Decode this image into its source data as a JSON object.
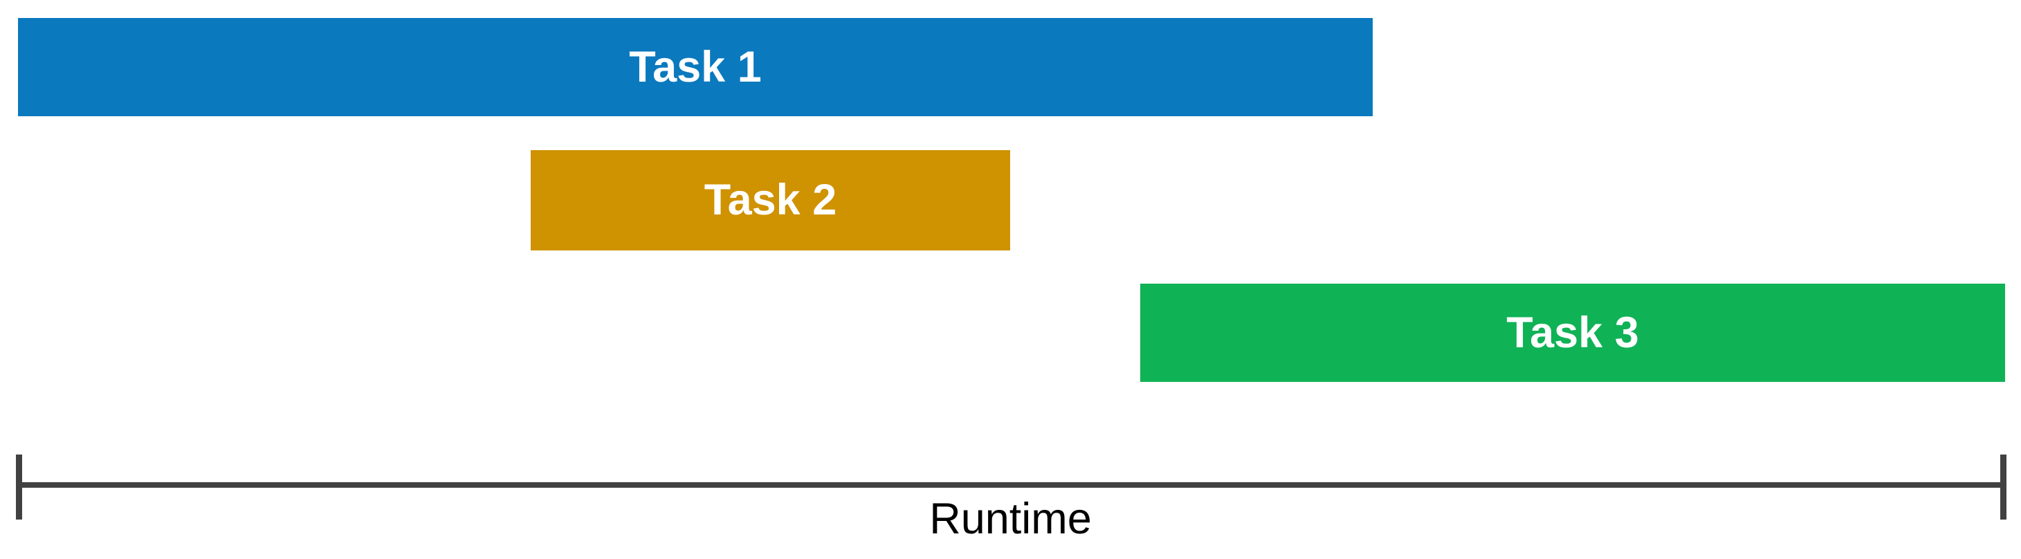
{
  "chart_data": {
    "type": "bar",
    "orientation": "horizontal",
    "subtype": "gantt",
    "title": "",
    "subtitle": "",
    "xlabel": "Runtime",
    "ylabel": "",
    "grid": false,
    "legend": "none",
    "axis": {
      "label": "Runtime",
      "label_color": "#000000",
      "line_color": "#414141",
      "tick_labels": [],
      "ticks_visible": true,
      "start_tick": 0,
      "end_tick": 100,
      "range_units": "relative runtime (0-100%)"
    },
    "categories": [
      "Task 1",
      "Task 2",
      "Task 3"
    ],
    "series": [
      {
        "name": "Task 1",
        "label": "Task 1",
        "start": 0,
        "end": 68.1,
        "duration": 68.1,
        "row": 0,
        "color": "#0B79BE",
        "label_color": "#FFFFFF"
      },
      {
        "name": "Task 2",
        "label": "Task 2",
        "start": 25.8,
        "end": 49.9,
        "duration": 24.1,
        "row": 1,
        "color": "#CF9200",
        "label_color": "#FFFFFF"
      },
      {
        "name": "Task 3",
        "label": "Task 3",
        "start": 56.4,
        "end": 100,
        "duration": 43.6,
        "row": 2,
        "color": "#0FB255",
        "label_color": "#FFFFFF"
      }
    ],
    "xlim": [
      0,
      100
    ],
    "background": "#FFFFFF"
  },
  "bars": {
    "task1": {
      "label": "Task 1"
    },
    "task2": {
      "label": "Task 2"
    },
    "task3": {
      "label": "Task 3"
    }
  },
  "axis": {
    "title": "Runtime"
  }
}
